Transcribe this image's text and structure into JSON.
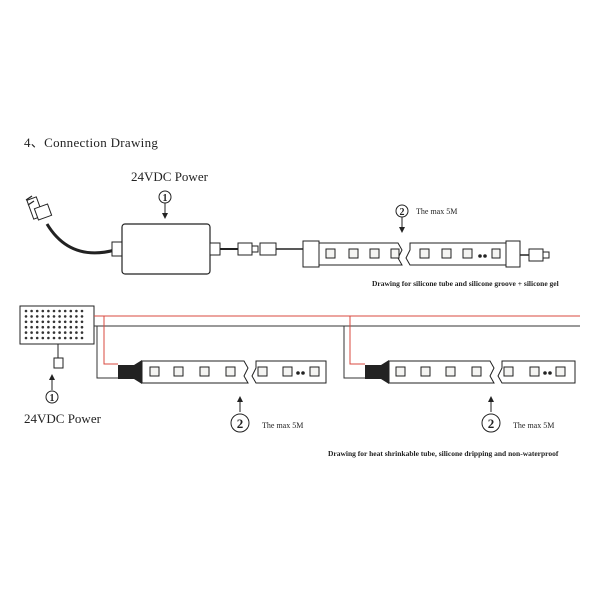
{
  "title": "4、Connection Drawing",
  "top": {
    "power_label": "24VDC Power",
    "power_number": "1",
    "strip_number": "2",
    "max_label": "The max 5M",
    "caption": "Drawing for silicone tube and silicone groove + silicone gel"
  },
  "bottom": {
    "power_label": "24VDC Power",
    "power_number": "1",
    "strip1_number": "2",
    "strip1_max": "The max 5M",
    "strip2_number": "2",
    "strip2_max": "The max 5M",
    "caption": "Drawing for heat shrinkable tube, silicone dripping and non-waterproof"
  },
  "colors": {
    "red_wire": "#d9493f",
    "line": "#333333",
    "led_body": "#f4f4f2"
  }
}
